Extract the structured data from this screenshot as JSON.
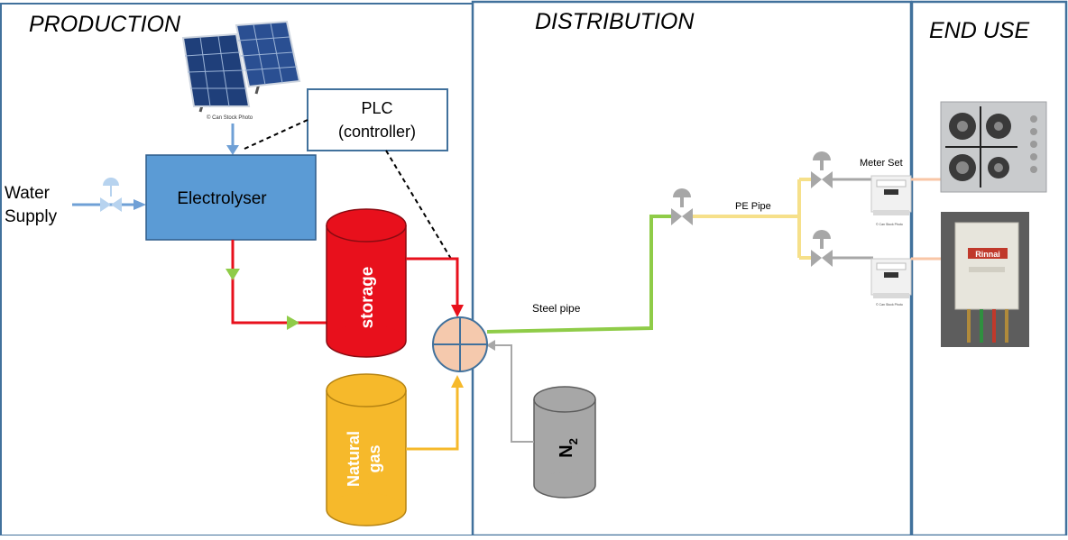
{
  "sections": {
    "production": "PRODUCTION",
    "distribution": "DISTRIBUTION",
    "end_use": "END USE"
  },
  "labels": {
    "water_supply_line1": "Water",
    "water_supply_line2": "Supply",
    "electrolyser": "Electrolyser",
    "plc_line1": "PLC",
    "plc_line2": "(controller)",
    "storage": "storage",
    "natural_gas_line1": "Natural",
    "natural_gas_line2": "gas",
    "n2_main": "N",
    "n2_sub": "2",
    "steel_pipe": "Steel pipe",
    "pe_pipe": "PE Pipe",
    "meter_set": "Meter Set",
    "stock_photo": "© Can Stock Photo",
    "heater_brand": "Rinnai"
  },
  "colors": {
    "hydrogen_line": "#e8101c",
    "green_line": "#8fcc48",
    "natural_gas": "#f6b92b",
    "water_line": "#6fa0d6",
    "electrolyser": "#5b9bd5",
    "pe_pipe": "#f6e08a",
    "grey_line": "#a7a7a7",
    "section_border": "#41719c",
    "mixer": "#f5c9ad"
  }
}
